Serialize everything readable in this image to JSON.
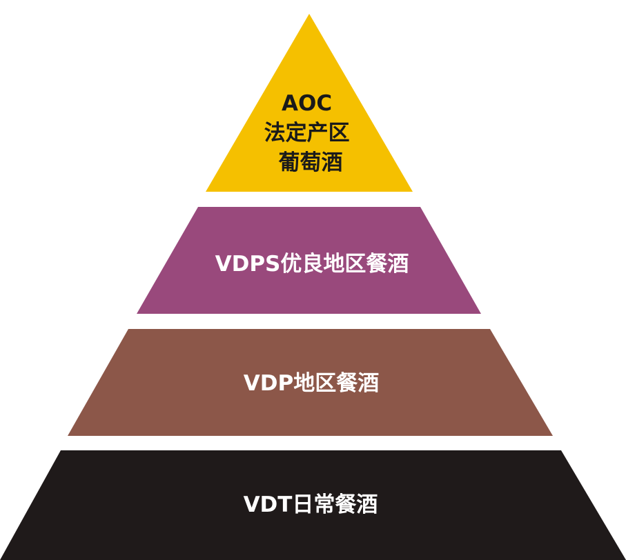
{
  "tiers": [
    {
      "lines": [
        "AOC",
        "法定产区",
        "葡萄酒"
      ],
      "color": "#f5c000",
      "text_color": "#1a1a1a"
    },
    {
      "lines": [
        "VDPS优良地区餐酒"
      ],
      "color": "#99497c",
      "text_color": "#ffffff"
    },
    {
      "lines": [
        "VDP地区餐酒"
      ],
      "color": "#8c5749",
      "text_color": "#ffffff"
    },
    {
      "lines": [
        "VDT日常餐酒"
      ],
      "color": "#1f1a1a",
      "text_color": "#ffffff"
    }
  ]
}
